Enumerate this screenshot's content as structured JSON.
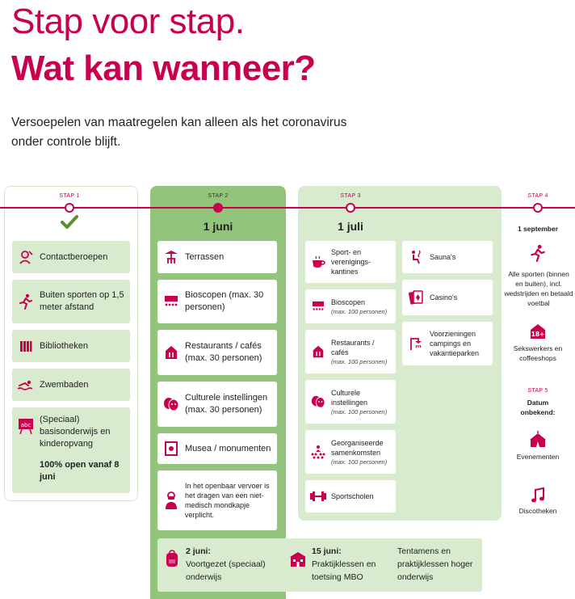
{
  "title": {
    "line1": "Stap voor stap.",
    "line2": "Wat kan wanneer?"
  },
  "intro": "Versoepelen van maatregelen kan alleen als het coronavirus onder controle blijft.",
  "colors": {
    "magenta": "#c8004f",
    "green_dark": "#92c47b",
    "green_light": "#d9ebcf",
    "check": "#5a8f29"
  },
  "step1": {
    "label": "STAP 1",
    "items": [
      {
        "icon": "hairdresser-icon",
        "text": "Contactberoepen"
      },
      {
        "icon": "runner-icon",
        "text": "Buiten sporten op 1,5 meter afstand"
      },
      {
        "icon": "books-icon",
        "text": "Bibliotheken"
      },
      {
        "icon": "swimmer-icon",
        "text": "Zwembaden"
      },
      {
        "icon": "blackboard-icon",
        "text": "(Speciaal) basisonderwijs en kinderopvang",
        "note": "100% open vanaf 8 juni"
      }
    ]
  },
  "step2": {
    "label": "STAP 2",
    "date": "1 juni",
    "items": [
      {
        "icon": "terrace-icon",
        "text": "Terrassen"
      },
      {
        "icon": "cinema-icon",
        "text": "Bioscopen (max. 30 personen)"
      },
      {
        "icon": "restaurant-icon",
        "text": "Restaurants / cafés (max. 30 personen)"
      },
      {
        "icon": "theatre-masks-icon",
        "text": "Culturele instellingen (max. 30 personen)"
      },
      {
        "icon": "museum-icon",
        "text": "Musea / monumenten"
      },
      {
        "icon": "face-mask-icon",
        "text": "In het openbaar vervoer is het dragen van een niet-medisch mondkapje verplicht."
      }
    ]
  },
  "step3": {
    "label": "STAP 3",
    "date": "1 juli",
    "left": [
      {
        "icon": "coffee-cup-icon",
        "text": "Sport- en verenigings-kantines",
        "sub": ""
      },
      {
        "icon": "cinema-icon",
        "text": "Bioscopen",
        "sub": "(max. 100 personen)"
      },
      {
        "icon": "restaurant-icon",
        "text": "Restaurants / cafés",
        "sub": "(max. 100 personen)"
      },
      {
        "icon": "theatre-masks-icon",
        "text": "Culturele instellingen",
        "sub": "(max. 100 personen)"
      },
      {
        "icon": "gathering-icon",
        "text": "Georganiseerde samenkomsten",
        "sub": "(max. 100 personen)"
      },
      {
        "icon": "dumbbell-icon",
        "text": "Sportscholen",
        "sub": ""
      }
    ],
    "right": [
      {
        "icon": "sauna-icon",
        "text": "Sauna's"
      },
      {
        "icon": "playing-cards-icon",
        "text": "Casino's"
      },
      {
        "icon": "shower-icon",
        "text": "Voorzieningen campings en vakantieparken"
      }
    ]
  },
  "step4": {
    "label": "STAP 4",
    "date": "1 september",
    "items": [
      {
        "icon": "runner-icon",
        "text": "Alle sporten (binnen en buiten), incl. wedstrijden en betaald voetbal"
      },
      {
        "icon": "18-plus-icon",
        "text": "Sekswerkers en coffeeshops"
      }
    ]
  },
  "step5": {
    "label": "STAP 5",
    "date": "Datum onbekend:",
    "items": [
      {
        "icon": "circus-tent-icon",
        "text": "Evenementen"
      },
      {
        "icon": "music-note-icon",
        "text": "Discotheken"
      }
    ]
  },
  "bottom": {
    "a_date": "2 juni:",
    "a_text": "Voortgezet (speciaal) onderwijs",
    "b_date": "15 juni:",
    "b_text": "Praktijklessen en toetsing MBO",
    "c_text": "Tentamens en praktijklessen hoger onderwijs"
  }
}
